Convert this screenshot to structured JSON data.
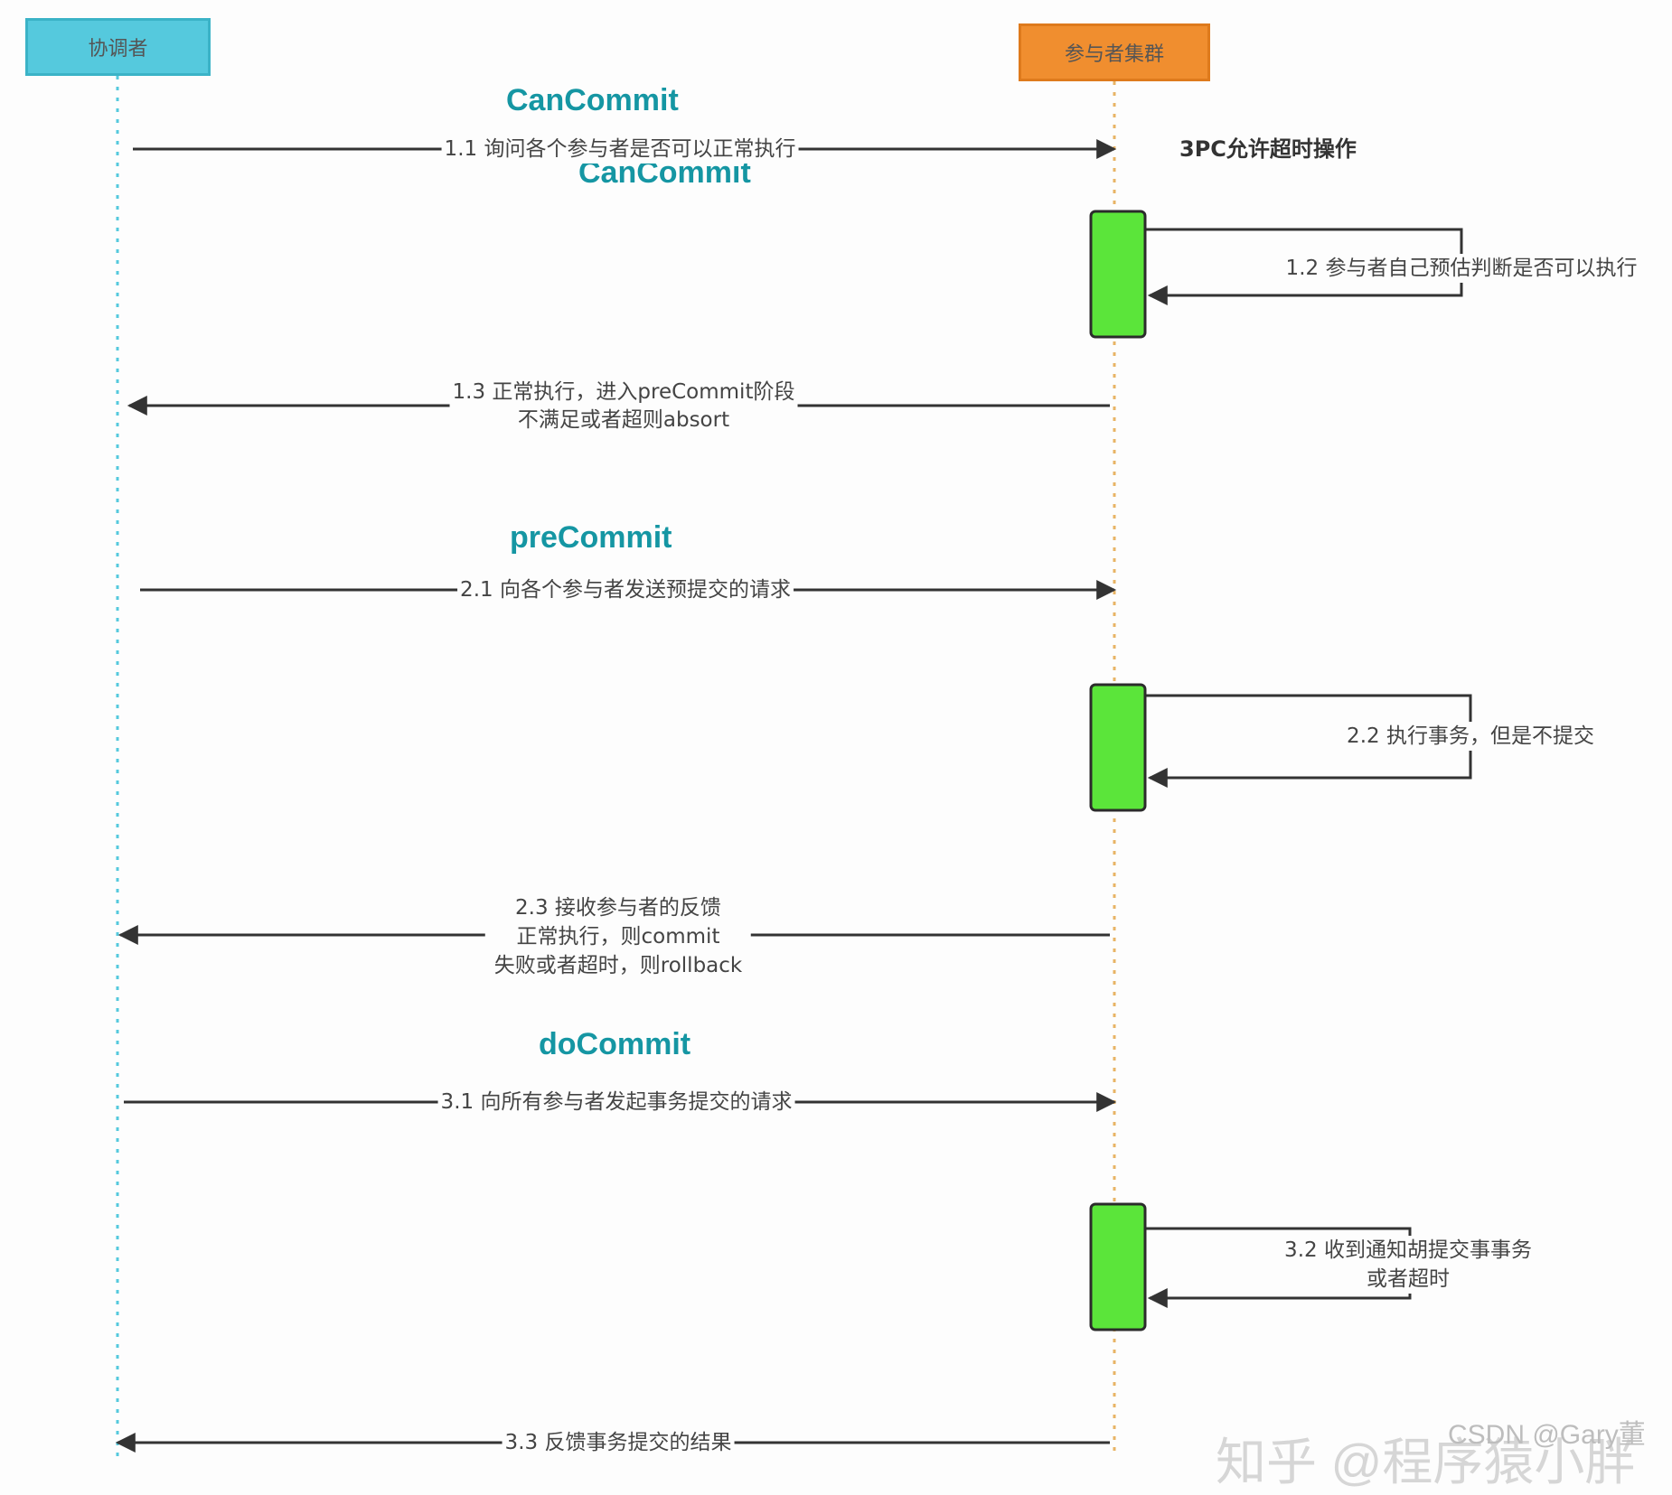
{
  "actors": {
    "coordinator": {
      "label": "协调者",
      "color": "#55c9dd"
    },
    "participants": {
      "label": "参与者集群",
      "color": "#f08e2f"
    }
  },
  "phases": {
    "can_commit": "CanCommit",
    "can_commit_repeat": "CanCommit",
    "pre_commit": "preCommit",
    "do_commit": "doCommit"
  },
  "note": "3PC允许超时操作",
  "messages": {
    "m1_1": "1.1 询问各个参与者是否可以正常执行",
    "m1_2": "1.2 参与者自己预估判断是否可以执行",
    "m1_3": [
      "1.3 正常执行，进入preCommit阶段",
      "不满足或者超则absort"
    ],
    "m2_1": "2.1 向各个参与者发送预提交的请求",
    "m2_2": "2.2 执行事务，但是不提交",
    "m2_3": [
      "2.3 接收参与者的反馈",
      "正常执行，则commit",
      "失败或者超时，则rollback"
    ],
    "m3_1": "3.1 向所有参与者发起事务提交的请求",
    "m3_2": [
      "3.2 收到通知胡提交事事务",
      "或者超时"
    ],
    "m3_3": "3.3 反馈事务提交的结果"
  },
  "watermarks": {
    "zhihu": "知乎 @程序猿小胖",
    "csdn": "CSDN @Gary董"
  },
  "colors": {
    "activation": "#5be53a",
    "phase_text": "#1596a3",
    "arrow": "#333333"
  }
}
